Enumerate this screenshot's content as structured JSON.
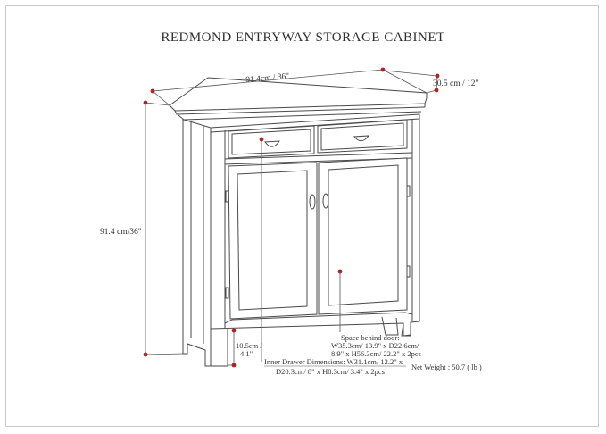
{
  "title": "REDMOND ENTRYWAY STORAGE CABINET",
  "dimensions": {
    "width": "91.4cm / 36\"",
    "depth": "30.5 cm / 12\"",
    "height": "91.4 cm/36\"",
    "leg_height_cm": "10.5cm /",
    "leg_height_in": "4.1\""
  },
  "notes": {
    "space_behind_door": [
      "Space behind door:",
      "W35.3cm/ 13.9\" x D22.6cm/",
      "8.9\" x H56.3cm/ 22.2\" x 2pcs"
    ],
    "inner_drawer": [
      "Inner Drawer Dimensions: W31.1cm/ 12.2\" x",
      "D20.3cm/ 8\" x H8.3cm/ 3.4\" x 2pcs"
    ],
    "net_weight": "Net Weight : 50.7 ( lb )"
  },
  "colors": {
    "marker": "#b22222",
    "line": "#555555",
    "cabinet_stroke": "#4a4a4a"
  }
}
